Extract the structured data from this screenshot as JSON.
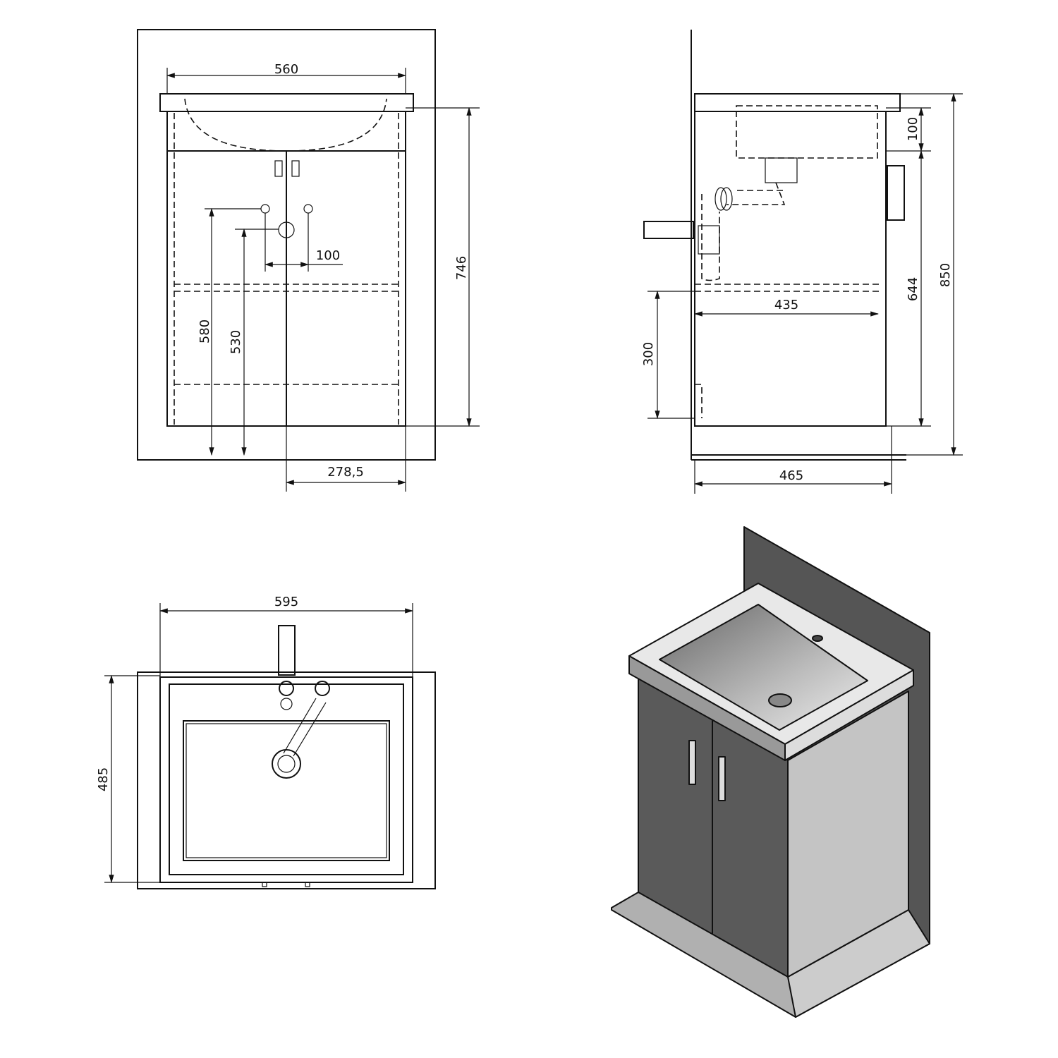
{
  "front_view": {
    "width_label": "560",
    "height_label": "746",
    "hole_spacing_label": "100",
    "upper_hole_height_label": "580",
    "drain_height_label": "530",
    "half_width_label": "278,5"
  },
  "side_view": {
    "total_height_label": "850",
    "cabinet_height_label": "644",
    "basin_thickness_label": "100",
    "inner_depth_label": "435",
    "shelf_height_label": "300",
    "depth_label": "465"
  },
  "top_view": {
    "width_label": "595",
    "depth_label": "485"
  },
  "colors": {
    "line": "#111111",
    "wall": "#555555",
    "door": "#5a5a5a",
    "side": "#c4c4c4",
    "floor": "#b0b0b0"
  }
}
